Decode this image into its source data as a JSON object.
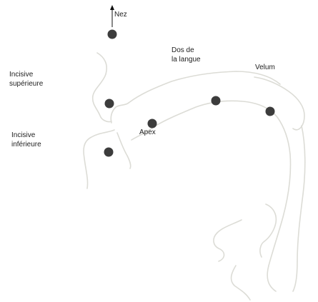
{
  "labels": {
    "nez": "Nez",
    "dos_de_la_langue_line1": "Dos de",
    "dos_de_la_langue_line2": "la langue",
    "velum": "Velum",
    "incisive_superieure_line1": "Incisive",
    "incisive_superieure_line2": "supérieure",
    "incisive_inferieure_line1": "Incisive",
    "incisive_inferieure_line2": "inférieure",
    "apex": "Apex"
  },
  "colors": {
    "contour": "#dcdcd6",
    "point": "#3c3c3c",
    "text": "#222222"
  }
}
